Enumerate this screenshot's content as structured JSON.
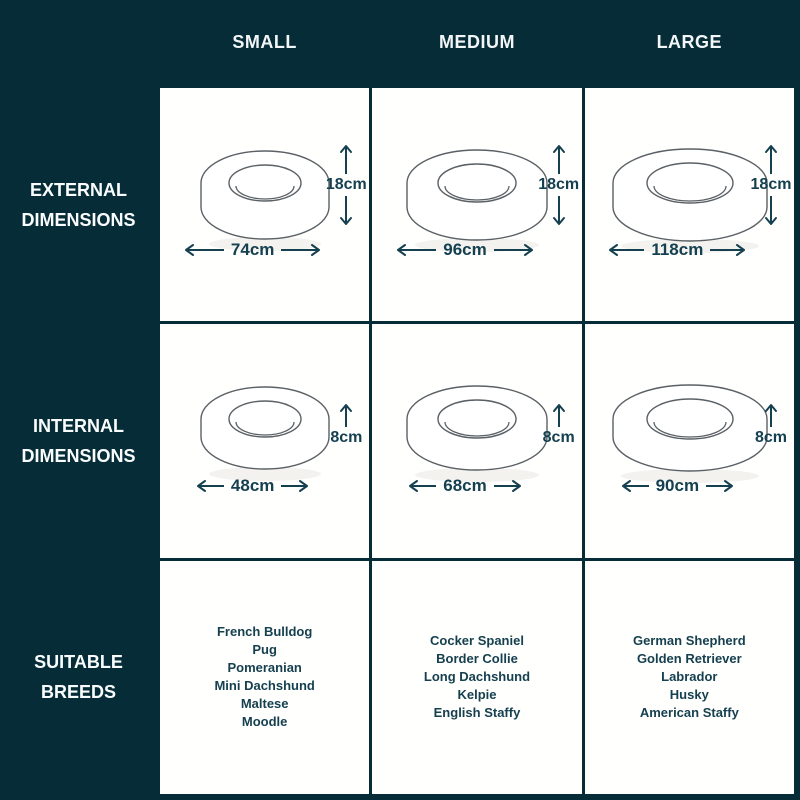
{
  "colors": {
    "background": "#062c37",
    "cell_background": "#fffffe",
    "light_text": "#f2f6f7",
    "dark_text": "#154050",
    "line_art": "#5a6065"
  },
  "columns": [
    "SMALL",
    "MEDIUM",
    "LARGE"
  ],
  "row_labels": [
    "EXTERNAL DIMENSIONS",
    "INTERNAL DIMENSIONS",
    "SUITABLE BREEDS"
  ],
  "dimensions": {
    "external": {
      "height": "18cm",
      "widths": [
        "74cm",
        "96cm",
        "118cm"
      ]
    },
    "internal": {
      "height": "8cm",
      "widths": [
        "48cm",
        "68cm",
        "90cm"
      ]
    }
  },
  "breeds": {
    "small": [
      "French Bulldog",
      "Pug",
      "Pomeranian",
      "Mini Dachshund",
      "Maltese",
      "Moodle"
    ],
    "medium": [
      "Cocker Spaniel",
      "Border Collie",
      "Long Dachshund",
      "Kelpie",
      "English Staffy"
    ],
    "large": [
      "German Shepherd",
      "Golden Retriever",
      "Labrador",
      "Husky",
      "American Staffy"
    ]
  }
}
